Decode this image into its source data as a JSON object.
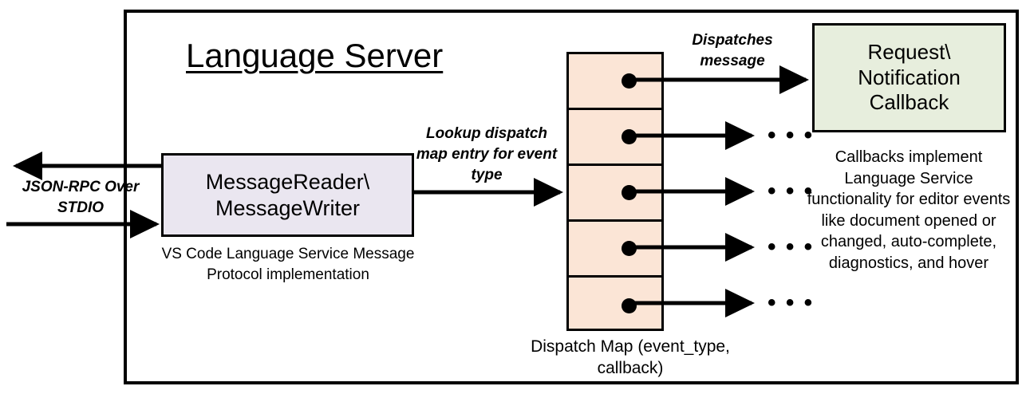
{
  "diagram": {
    "title": "Language Server",
    "outer_container_name": "Language Server"
  },
  "io": {
    "protocol_label": "JSON-RPC\nOver STDIO",
    "inbound_arrow": "arrow-into-message-reader",
    "outbound_arrow": "arrow-out-of-message-reader"
  },
  "message_io": {
    "box_label": "MessageReader\\\nMessageWriter",
    "caption": "VS Code Language Service\nMessage Protocol implementation",
    "fill_color": "#EAE6F0"
  },
  "lookup": {
    "label": "Lookup dispatch\nmap entry for\nevent type"
  },
  "dispatch_map": {
    "caption": "Dispatch Map\n(event_type, callback)",
    "fill_color": "#FBE5D6",
    "rows": [
      {
        "entry": "dispatch-map-entry-1",
        "target": "Request\\Notification Callback"
      },
      {
        "entry": "dispatch-map-entry-2",
        "target": "..."
      },
      {
        "entry": "dispatch-map-entry-3",
        "target": "..."
      },
      {
        "entry": "dispatch-map-entry-4",
        "target": "..."
      },
      {
        "entry": "dispatch-map-entry-5",
        "target": "..."
      }
    ],
    "ellipsis": "• • •"
  },
  "dispatch": {
    "label": "Dispatches\nmessage"
  },
  "callback": {
    "box_label": "Request\\\nNotification\nCallback",
    "caption": "Callbacks implement Language Service functionality for editor events like document opened or changed, auto-complete, diagnostics, and hover",
    "fill_color": "#E7EEDD"
  },
  "colors": {
    "stroke": "#000000",
    "background": "#FFFFFF"
  }
}
